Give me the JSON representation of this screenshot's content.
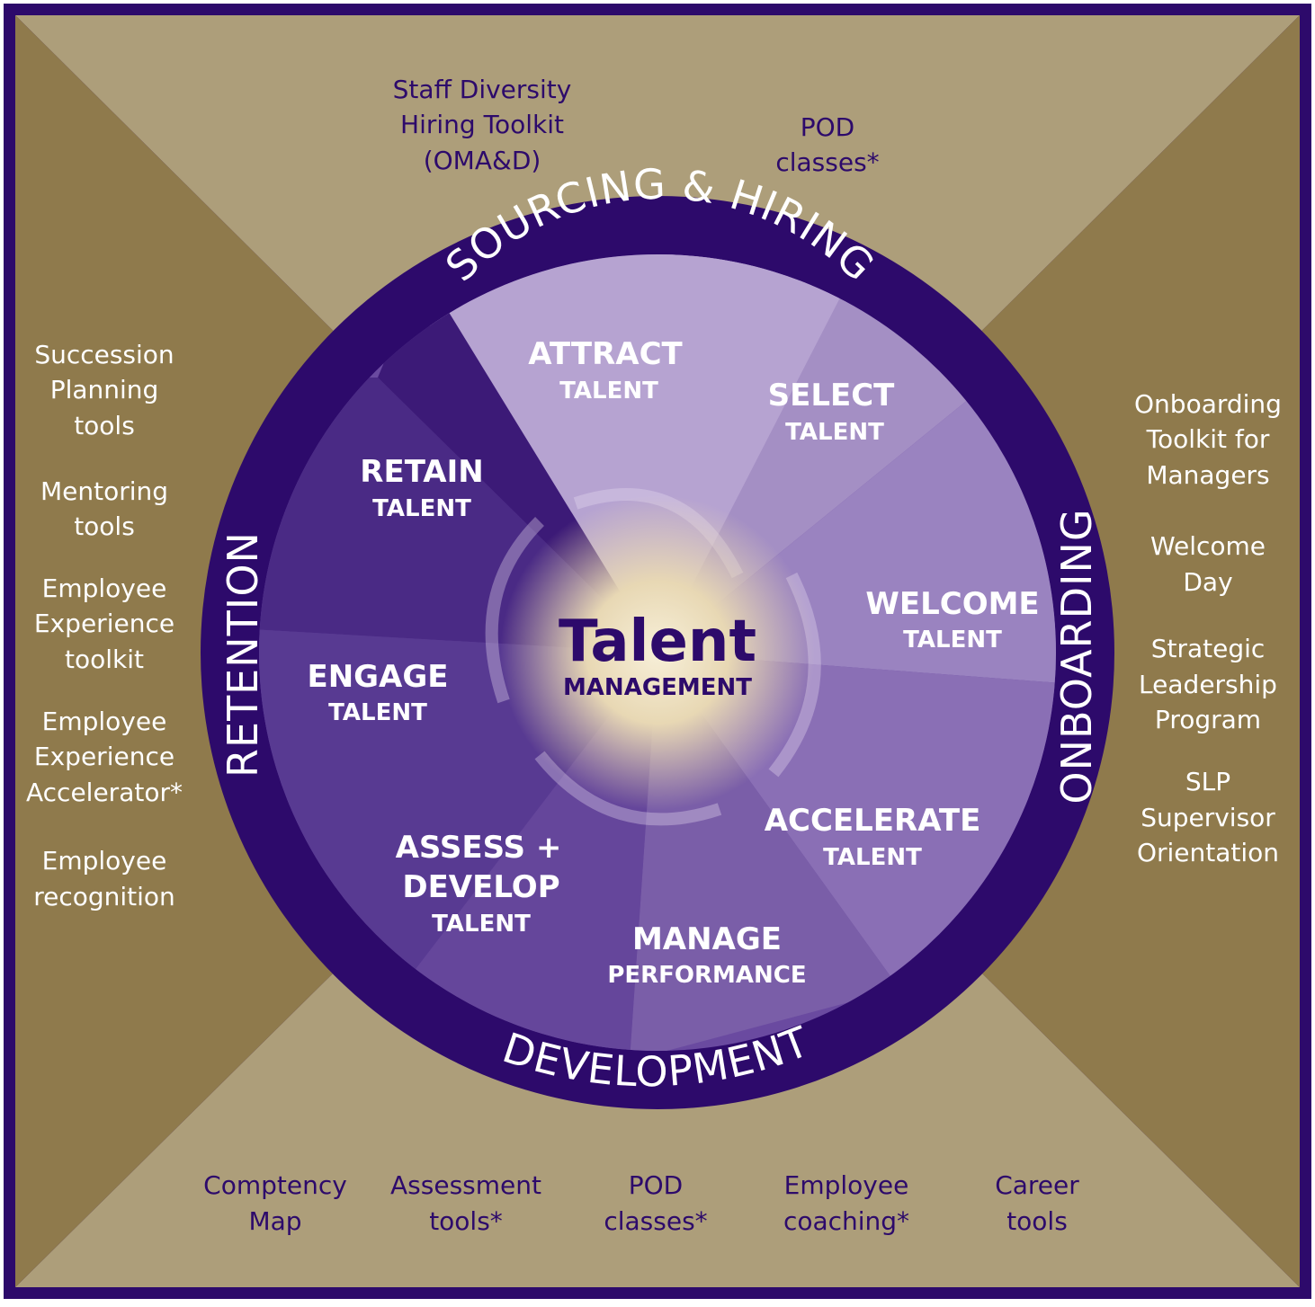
{
  "colors": {
    "frame": "#2d0a6b",
    "quadrant_top_bottom": "#ad9e7a",
    "quadrant_left_right": "#8f7a4c",
    "ring": "#2d0a6b",
    "center_glow": "#f3e8cc"
  },
  "center": {
    "title": "Talent",
    "subtitle": "MANAGEMENT"
  },
  "ring_labels": {
    "top": "SOURCING & HIRING",
    "right": "ONBOARDING",
    "bottom": "DEVELOPMENT",
    "left": "RETENTION"
  },
  "stages": [
    {
      "title": "ATTRACT",
      "sub": "TALENT"
    },
    {
      "title": "SELECT",
      "sub": "TALENT"
    },
    {
      "title": "WELCOME",
      "sub": "TALENT"
    },
    {
      "title": "ACCELERATE",
      "sub": "TALENT"
    },
    {
      "title": "MANAGE",
      "sub": "PERFORMANCE"
    },
    {
      "title": "ASSESS +",
      "title2": "DEVELOP",
      "sub": "TALENT"
    },
    {
      "title": "ENGAGE",
      "sub": "TALENT"
    },
    {
      "title": "RETAIN",
      "sub": "TALENT"
    }
  ],
  "top_items": [
    {
      "lines": [
        "Staff Diversity",
        "Hiring Toolkit",
        "(OMA&D)"
      ]
    },
    {
      "lines": [
        "POD",
        "classes*"
      ]
    }
  ],
  "left_items": [
    {
      "lines": [
        "Succession",
        "Planning",
        "tools"
      ]
    },
    {
      "lines": [
        "Mentoring",
        "tools"
      ]
    },
    {
      "lines": [
        "Employee",
        "Experience",
        "toolkit"
      ]
    },
    {
      "lines": [
        "Employee",
        "Experience",
        "Accelerator*"
      ]
    },
    {
      "lines": [
        "Employee",
        "recognition"
      ]
    }
  ],
  "right_items": [
    {
      "lines": [
        "Onboarding",
        "Toolkit for",
        "Managers"
      ]
    },
    {
      "lines": [
        "Welcome",
        "Day"
      ]
    },
    {
      "lines": [
        "Strategic",
        "Leadership",
        "Program"
      ]
    },
    {
      "lines": [
        "SLP",
        "Supervisor",
        "Orientation"
      ]
    }
  ],
  "bottom_items": [
    {
      "lines": [
        "Comptency",
        "Map"
      ]
    },
    {
      "lines": [
        "Assessment",
        "tools*"
      ]
    },
    {
      "lines": [
        "POD",
        "classes*"
      ]
    },
    {
      "lines": [
        "Employee",
        "coaching*"
      ]
    },
    {
      "lines": [
        "Career",
        "tools"
      ]
    }
  ]
}
